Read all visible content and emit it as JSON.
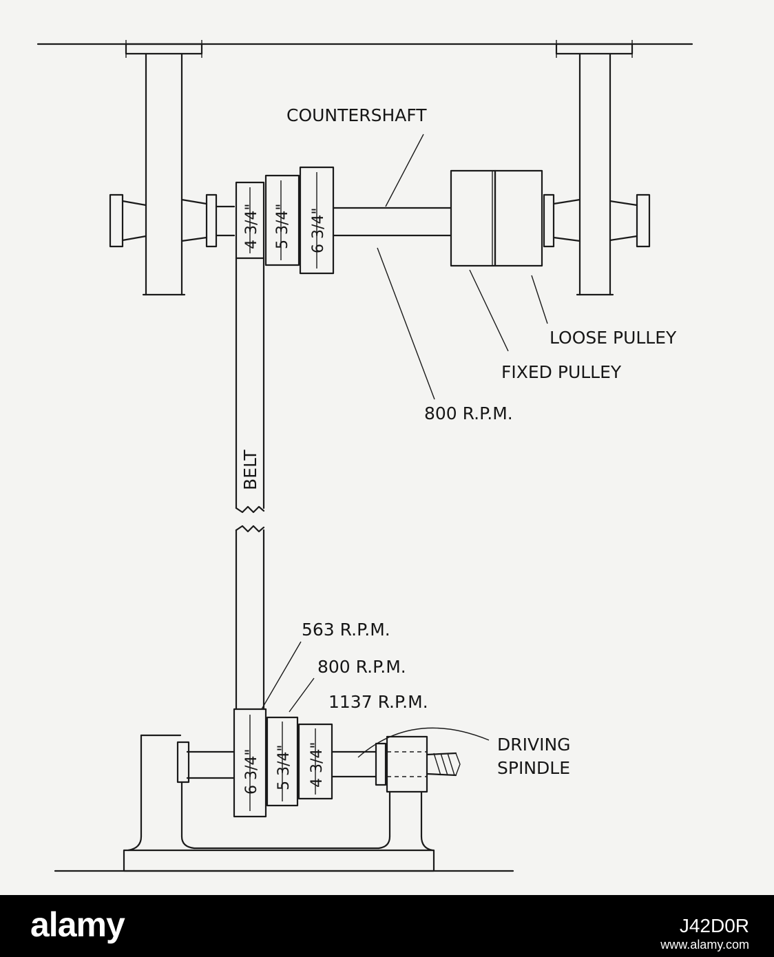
{
  "labels": {
    "countershaft": "COUNTERSHAFT",
    "loose_pulley": "LOOSE PULLEY",
    "fixed_pulley": "FIXED PULLEY",
    "rpm_countershaft": "800 R.P.M.",
    "belt": "BELT",
    "rpm_563": "563 R.P.M.",
    "rpm_800": "800 R.P.M.",
    "rpm_1137": "1137 R.P.M.",
    "driving_line1": "DRIVING",
    "driving_line2": "SPINDLE"
  },
  "dimensions": {
    "upper_small": "4 3/4\"",
    "upper_mid": "5 3/4\"",
    "upper_large": "6 3/4\"",
    "lower_large": "6 3/4\"",
    "lower_mid": "5 3/4\"",
    "lower_small": "4 3/4\""
  },
  "banner": {
    "brand": "alamy",
    "image_id": "J42D0R",
    "url": "www.alamy.com"
  },
  "colors": {
    "ink": "#1a1a1a",
    "paper": "#f4f4f2",
    "banner": "#000000",
    "banner_text": "#ffffff"
  }
}
